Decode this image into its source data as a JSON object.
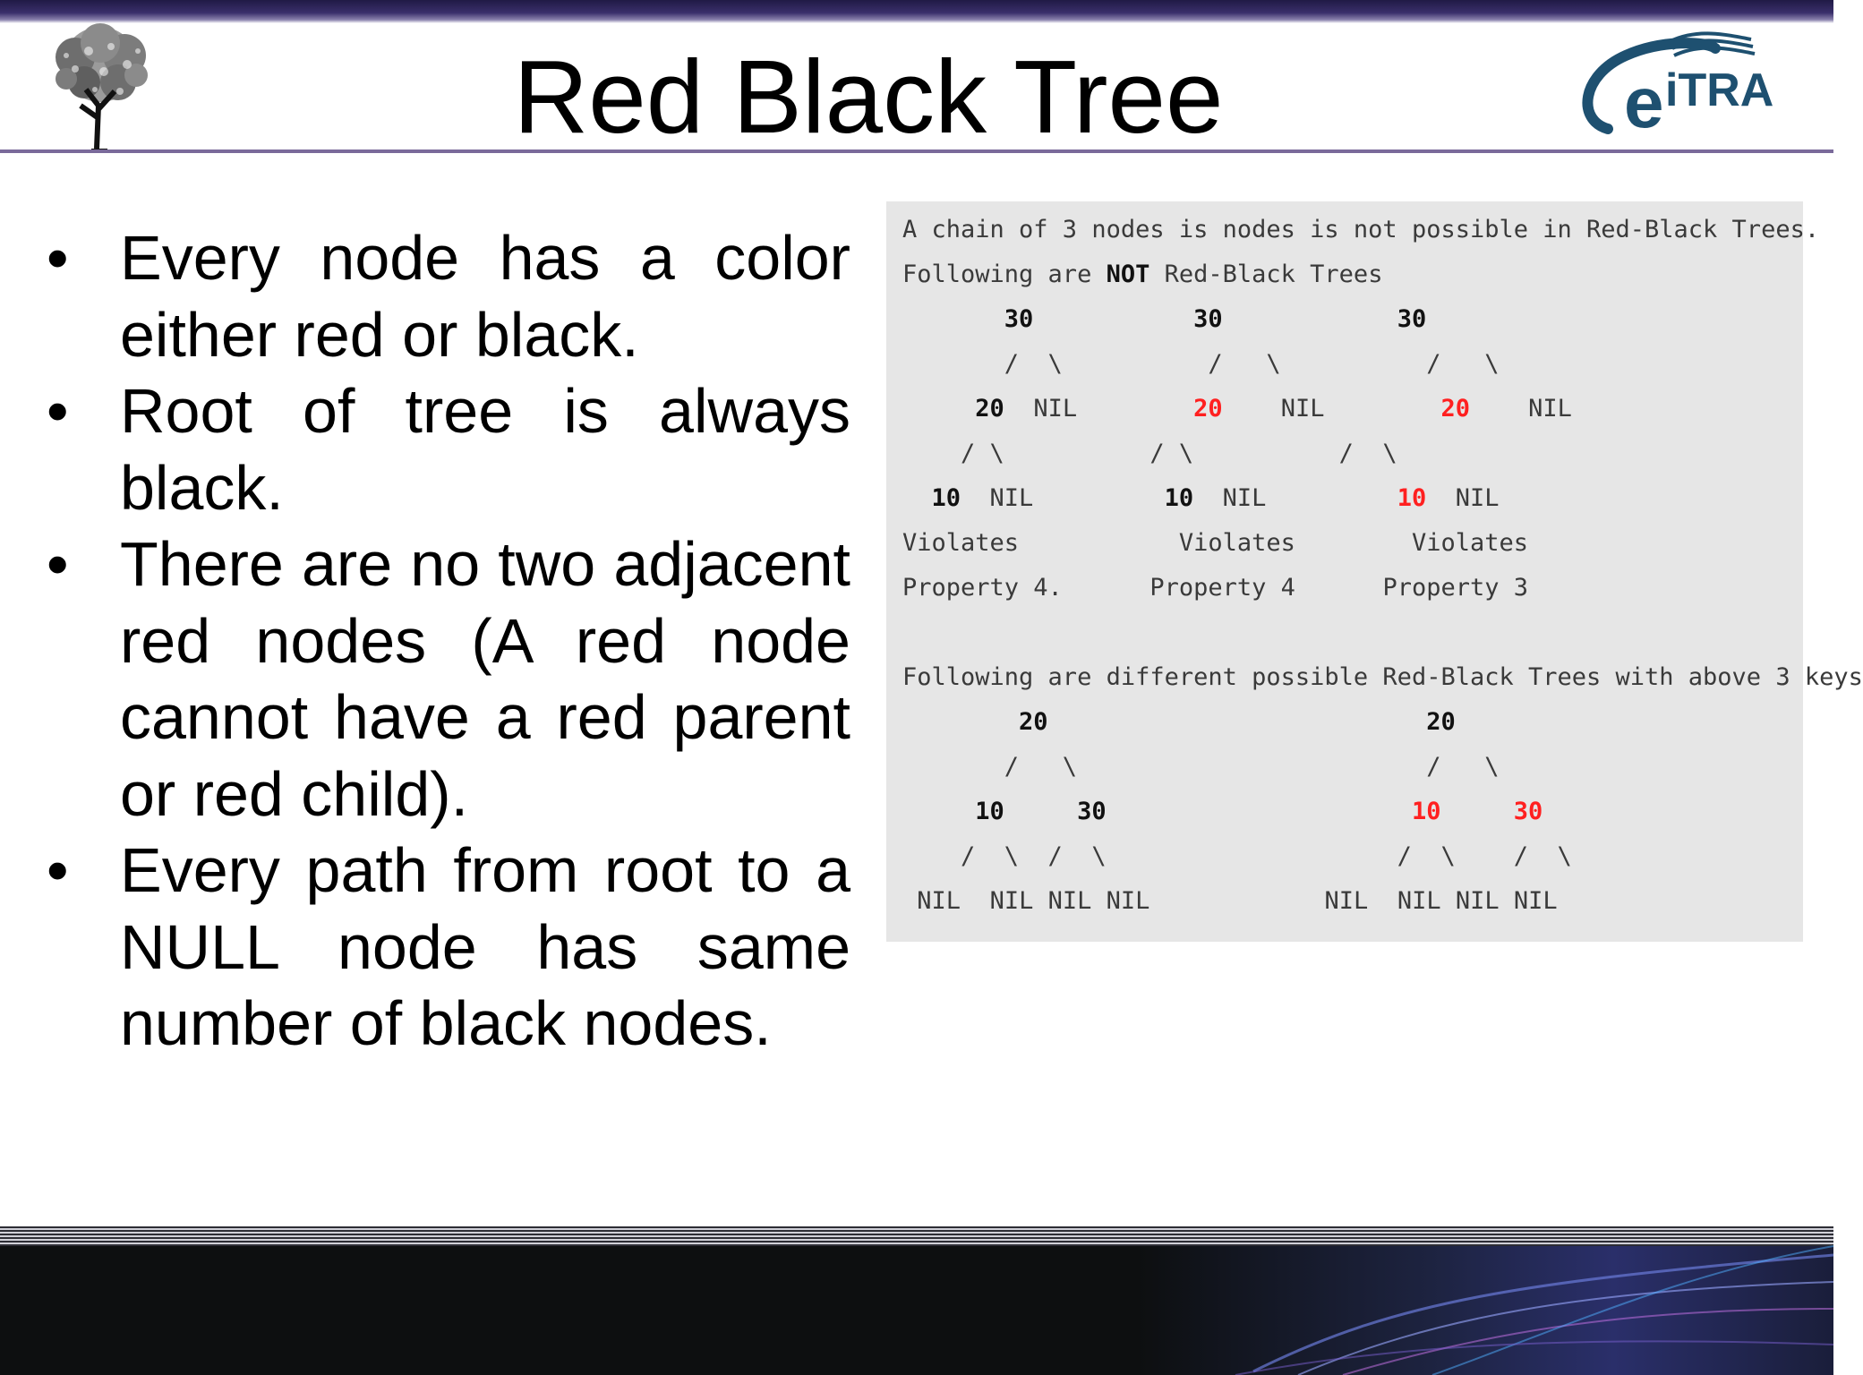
{
  "slide": {
    "title": "Red Black Tree"
  },
  "bullets": [
    "Every node has a color either red or black.",
    "Root of tree is always black.",
    "There are no two adjacent red nodes (A red node cannot have a red parent or red child).",
    "Every path from root to a NULL node has same number of black nodes."
  ],
  "code_panel": {
    "line_1": "A chain of 3 nodes is nodes is not possible in Red-Black Trees.",
    "line_2a": "Following are ",
    "line_2b": "NOT",
    "line_2c": " Red-Black Trees",
    "violations": {
      "t1_v": "Violates",
      "t1_p": "Property 4.",
      "t2_v": "Violates",
      "t2_p": "Property 4",
      "t3_v": "Violates",
      "t3_p": "Property 3"
    },
    "line_possible": "Following are different possible Red-Black Trees with above 3 keys",
    "nodes": {
      "n30": "30",
      "n20": "20",
      "n10": "10",
      "nil": "NIL"
    }
  },
  "colors": {
    "red_node": "#ff2020",
    "panel_bg": "#e6e6e6",
    "title_rule": "#7a6a9a"
  }
}
